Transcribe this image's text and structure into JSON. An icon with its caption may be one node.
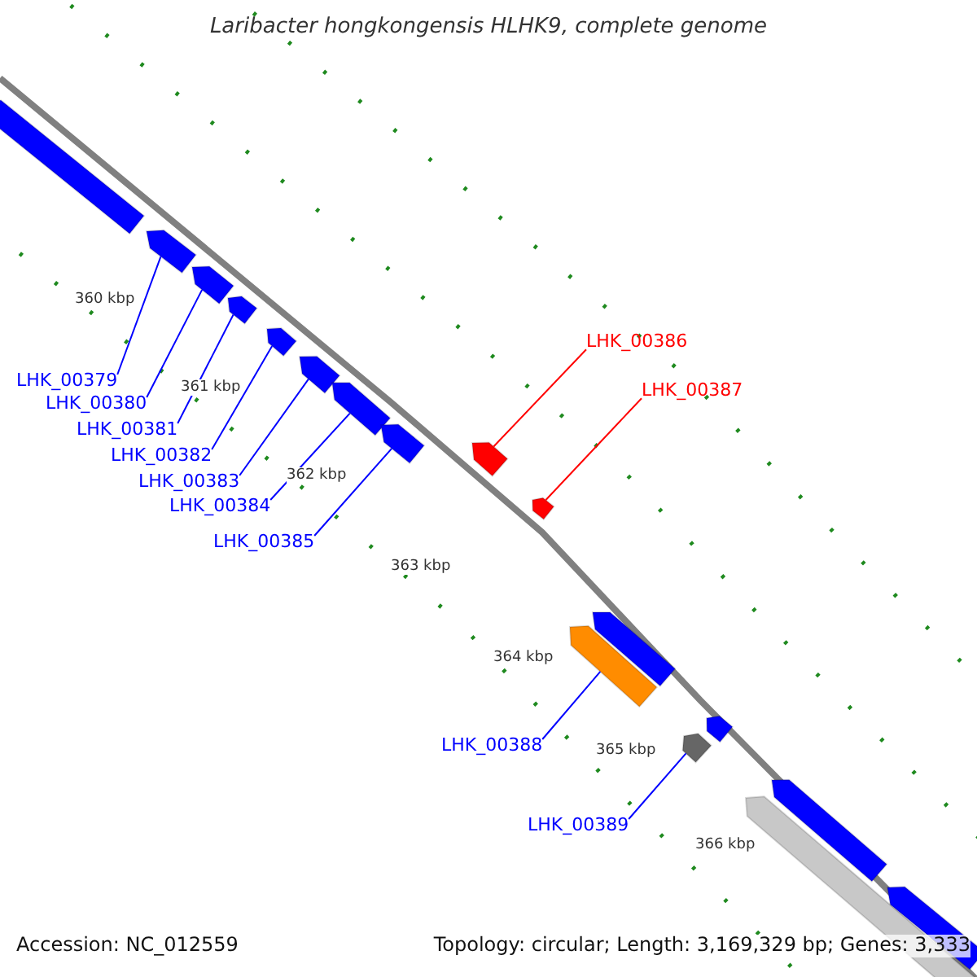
{
  "diagram": {
    "title": "Laribacter hongkongensis HLHK9, complete genome",
    "nodes": [
      {
        "text": [],
        "shape": "bar"
      },
      {
        "text": [],
        "shape": "bar"
      },
      {
        "text": [],
        "shape": "bar"
      },
      {
        "text": [],
        "shape": "bar"
      },
      {
        "text": [],
        "shape": "bar"
      },
      {
        "text": [],
        "shape": "bar"
      },
      {
        "text": [],
        "shape": "bar"
      },
      {
        "text": [],
        "shape": "bar"
      },
      {
        "text": [],
        "shape": "bar"
      },
      {
        "text": [],
        "shape": "bar"
      },
      {
        "text": [],
        "shape": "bar"
      },
      {
        "text": [
          "LHK_00386"
        ]
      },
      {
        "text": [
          "LHK_00387"
        ]
      },
      {
        "text": [
          "LHK_00379"
        ]
      },
      {
        "text": [
          "LHK_00380"
        ]
      },
      {
        "text": [
          "LHK_00381"
        ]
      },
      {
        "text": [
          "LHK_00382"
        ]
      },
      {
        "text": [
          "LHK_00383"
        ]
      },
      {
        "text": [
          "LHK_00384"
        ]
      },
      {
        "text": [
          "LHK_00385"
        ]
      },
      {
        "text": [
          "LHK_00388"
        ]
      },
      {
        "text": [
          "LHK_00389"
        ]
      },
      {
        "text": [],
        "shape": "bar"
      },
      {
        "text": [],
        "shape": "bar"
      },
      {
        "text": [],
        "shape": "bar"
      },
      {
        "text": [],
        "shape": "bar"
      },
      {
        "text": [],
        "shape": "bar"
      },
      {
        "text": [],
        "shape": "bar"
      }
    ],
    "edges": [
      {
        "from": 11,
        "to": 7,
        "arrow": "none",
        "color": "#ff0000"
      },
      {
        "from": 12,
        "to": 8,
        "arrow": "none",
        "color": "#ff0000"
      },
      {
        "from": 13,
        "to": 0,
        "arrow": "none"
      },
      {
        "from": 14,
        "to": 1,
        "arrow": "none"
      },
      {
        "from": 15,
        "to": 2,
        "arrow": "none"
      },
      {
        "from": 16,
        "to": 3,
        "arrow": "none"
      },
      {
        "from": 17,
        "to": 4,
        "arrow": "none"
      },
      {
        "from": 18,
        "to": 5,
        "arrow": "none"
      },
      {
        "from": 19,
        "to": 6,
        "arrow": "none"
      },
      {
        "from": 20,
        "to": 9,
        "arrow": "none"
      },
      {
        "from": 21,
        "to": 10,
        "arrow": "none"
      }
    ],
    "labels": [
      "360 kbp",
      "361 kbp",
      "362 kbp",
      "363 kbp",
      "364 kbp",
      "365 kbp",
      "366 kbp",
      "Accession: NC_012559",
      "Topology: circular; Length: 3,169,329 bp; Genes: 3,333"
    ]
  }
}
